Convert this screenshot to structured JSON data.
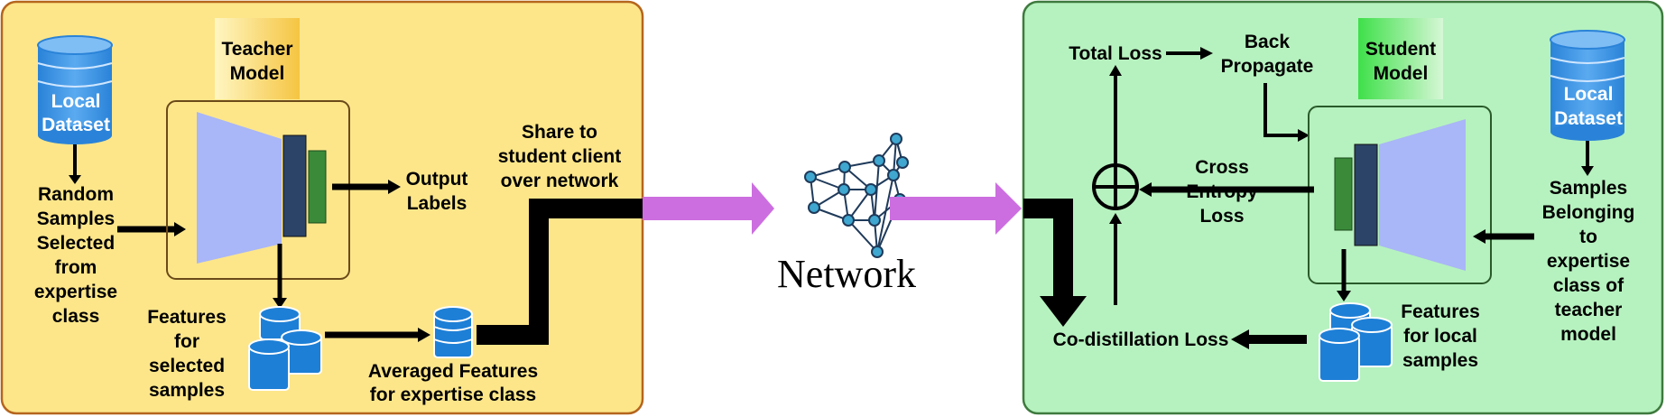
{
  "teacher": {
    "local_dataset": [
      "Local",
      "Dataset"
    ],
    "model_label": [
      "Teacher",
      "Model"
    ],
    "random_samples": [
      "Random",
      "Samples",
      "Selected",
      "from",
      "expertise",
      "class"
    ],
    "output_labels": [
      "Output",
      "Labels"
    ],
    "features_selected": [
      "Features",
      "for",
      "selected",
      "samples"
    ],
    "averaged_features": [
      "Averaged Features",
      "for expertise class"
    ],
    "share": [
      "Share to",
      "student client",
      "over network"
    ]
  },
  "network": {
    "label": "Network"
  },
  "student": {
    "total_loss": "Total Loss",
    "back_propagate": [
      "Back",
      "Propagate"
    ],
    "model_label": [
      "Student",
      "Model"
    ],
    "local_dataset": [
      "Local",
      "Dataset"
    ],
    "cross_entropy": [
      "Cross",
      "Entropy",
      "Loss"
    ],
    "samples_belonging": [
      "Samples",
      "Belonging",
      "to",
      "expertise",
      "class of",
      "teacher",
      "model"
    ],
    "features_local": [
      "Features",
      "for local",
      "samples"
    ],
    "codistillation": "Co-distillation Loss"
  },
  "colors": {
    "teacher_panel": "#fde68a",
    "teacher_border": "#b5651d",
    "student_panel": "#b6f2bf",
    "student_border": "#3e7a3e",
    "arrow_magenta": "#cc6ee0",
    "database_blue": "#1e7fd6",
    "trapezoid": "#a9b6f7",
    "dark_bar": "#2b4468",
    "green_bar": "#3a8a3a"
  }
}
